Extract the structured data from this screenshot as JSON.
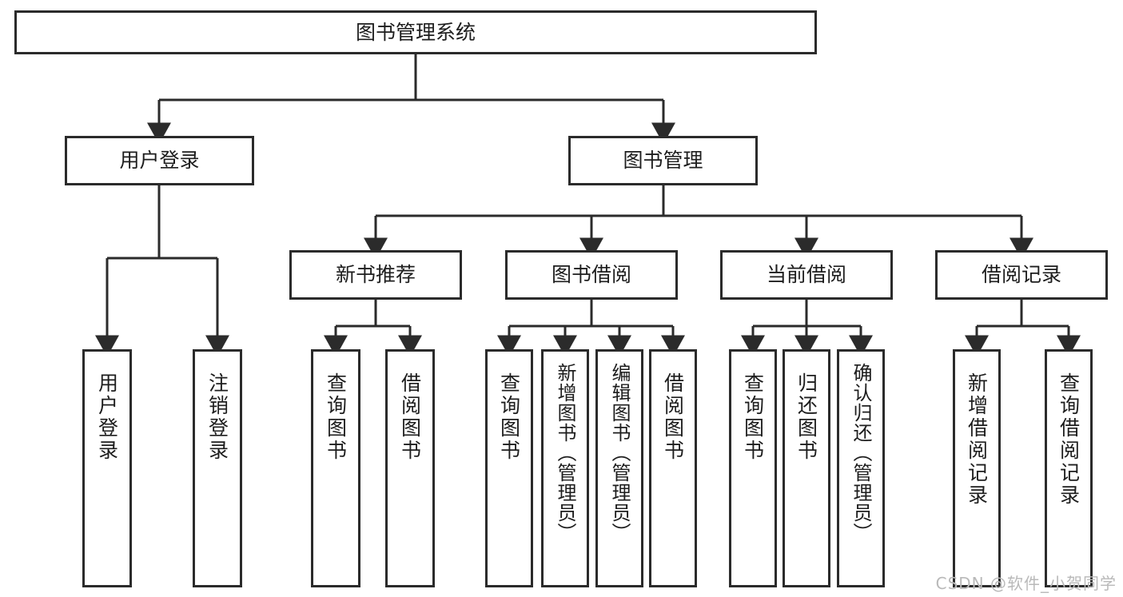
{
  "diagram": {
    "title": "图书管理系统",
    "type": "tree",
    "watermark": "CSDN @软件_小贺同学",
    "colors": {
      "stroke": "#2b2b2b",
      "fill": "#ffffff",
      "text": "#1d1d1d",
      "watermark": "#b9b9b9"
    },
    "nodes": {
      "root": {
        "label": "图书管理系统",
        "orientation": "horizontal"
      },
      "level2": [
        {
          "label": "用户登录",
          "orientation": "horizontal"
        },
        {
          "label": "图书管理",
          "orientation": "horizontal"
        }
      ],
      "level3": [
        {
          "label": "新书推荐",
          "orientation": "horizontal"
        },
        {
          "label": "图书借阅",
          "orientation": "horizontal"
        },
        {
          "label": "当前借阅",
          "orientation": "horizontal"
        },
        {
          "label": "借阅记录",
          "orientation": "horizontal"
        }
      ],
      "leaves": {
        "user_login": [
          {
            "label": "用户登录",
            "orientation": "vertical"
          },
          {
            "label": "注销登录",
            "orientation": "vertical"
          }
        ],
        "new_book_recommend": [
          {
            "label": "查询图书",
            "orientation": "vertical"
          },
          {
            "label": "借阅图书",
            "orientation": "vertical"
          }
        ],
        "book_borrow": [
          {
            "label": "查询图书",
            "orientation": "vertical"
          },
          {
            "label": "新增图书（管理员）",
            "orientation": "vertical"
          },
          {
            "label": "编辑图书（管理员）",
            "orientation": "vertical"
          },
          {
            "label": "借阅图书",
            "orientation": "vertical"
          }
        ],
        "current_borrow": [
          {
            "label": "查询图书",
            "orientation": "vertical"
          },
          {
            "label": "归还图书",
            "orientation": "vertical"
          },
          {
            "label": "确认归还（管理员）",
            "orientation": "vertical"
          }
        ],
        "borrow_record": [
          {
            "label": "新增借阅记录",
            "orientation": "vertical"
          },
          {
            "label": "查询借阅记录",
            "orientation": "vertical"
          }
        ]
      }
    },
    "edges": [
      {
        "from": "图书管理系统",
        "to": "用户登录"
      },
      {
        "from": "图书管理系统",
        "to": "图书管理"
      },
      {
        "from": "用户登录",
        "to": "用户登录(叶)"
      },
      {
        "from": "用户登录",
        "to": "注销登录"
      },
      {
        "from": "图书管理",
        "to": "新书推荐"
      },
      {
        "from": "图书管理",
        "to": "图书借阅"
      },
      {
        "from": "图书管理",
        "to": "当前借阅"
      },
      {
        "from": "图书管理",
        "to": "借阅记录"
      },
      {
        "from": "新书推荐",
        "to": "查询图书"
      },
      {
        "from": "新书推荐",
        "to": "借阅图书"
      },
      {
        "from": "图书借阅",
        "to": "查询图书"
      },
      {
        "from": "图书借阅",
        "to": "新增图书（管理员）"
      },
      {
        "from": "图书借阅",
        "to": "编辑图书（管理员）"
      },
      {
        "from": "图书借阅",
        "to": "借阅图书"
      },
      {
        "from": "当前借阅",
        "to": "查询图书"
      },
      {
        "from": "当前借阅",
        "to": "归还图书"
      },
      {
        "from": "当前借阅",
        "to": "确认归还（管理员）"
      },
      {
        "from": "借阅记录",
        "to": "新增借阅记录"
      },
      {
        "from": "借阅记录",
        "to": "查询借阅记录"
      }
    ]
  }
}
